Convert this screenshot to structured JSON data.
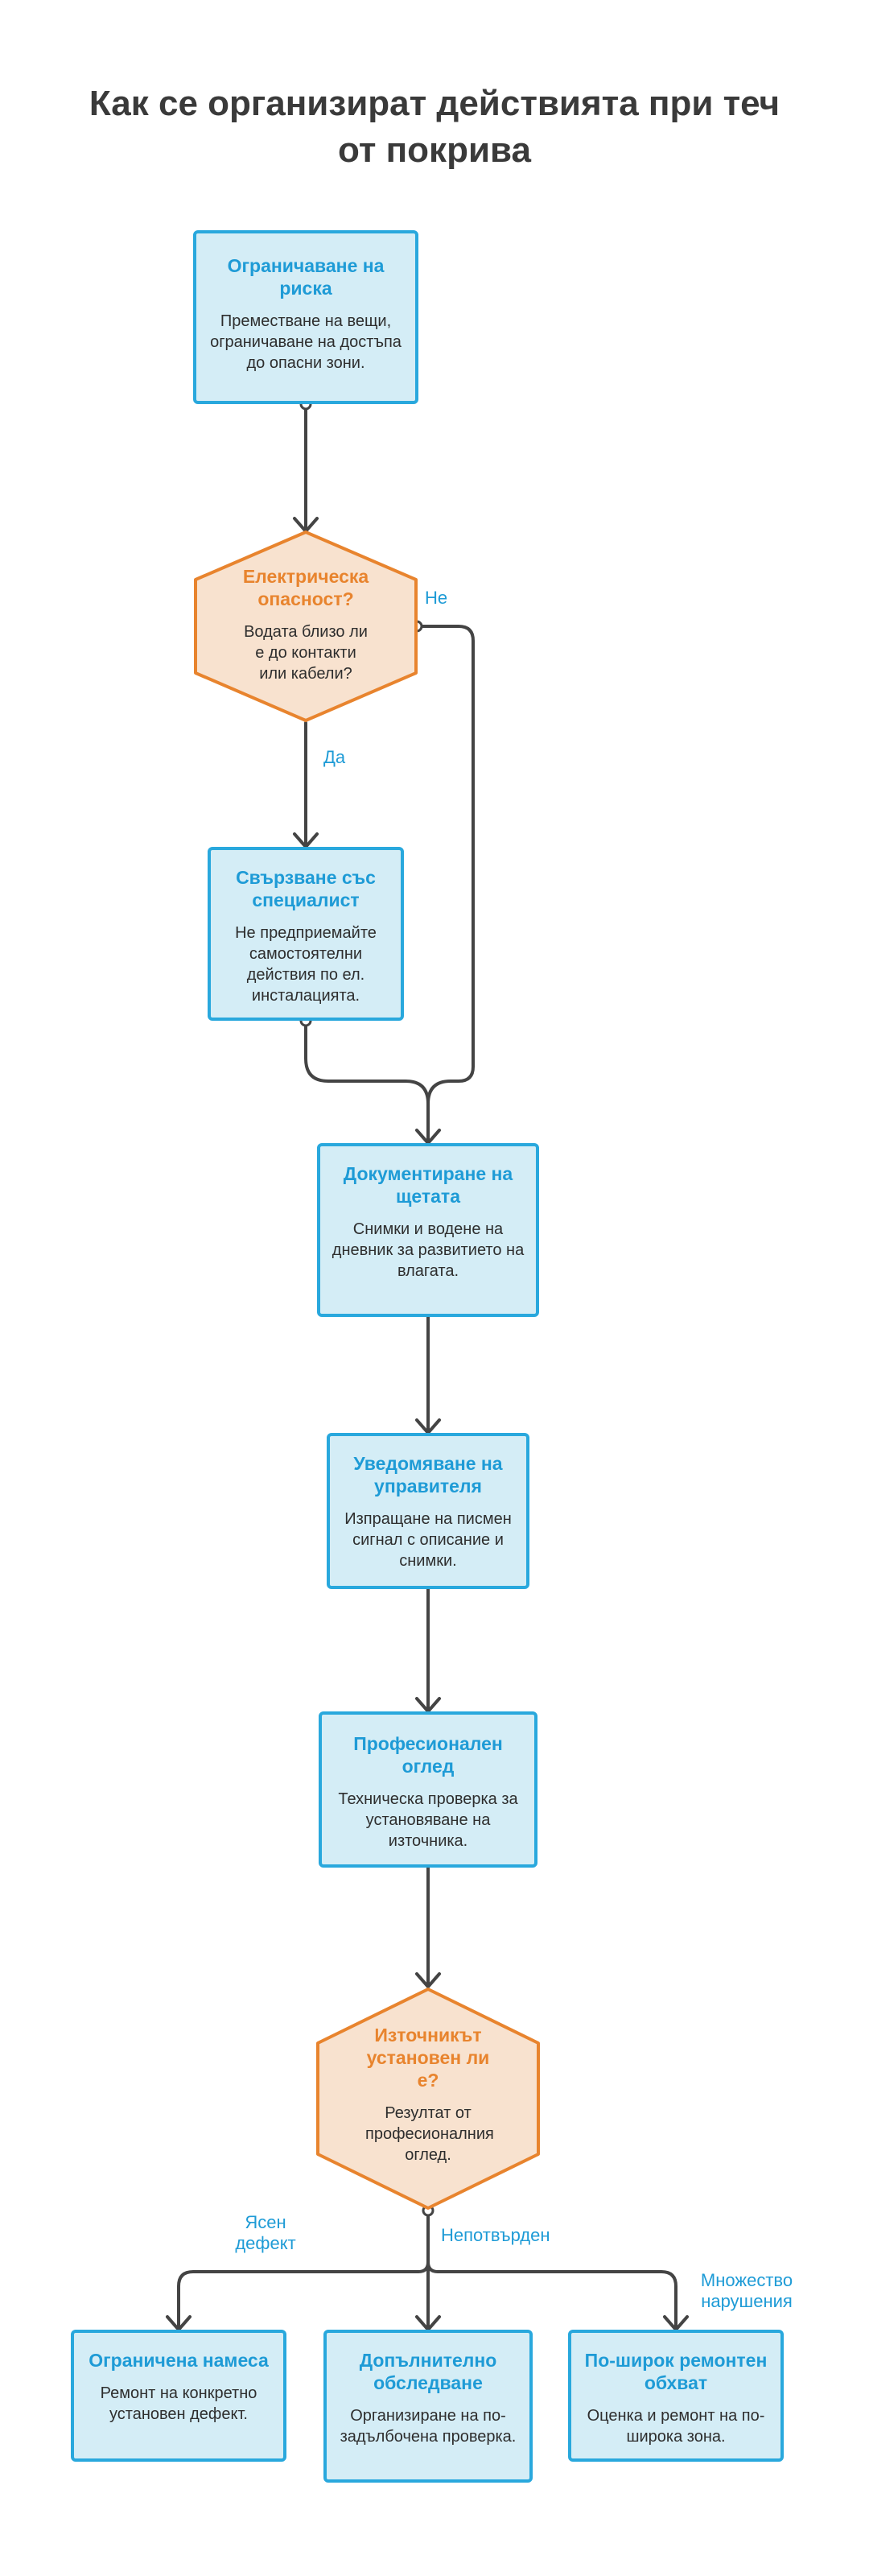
{
  "title": [
    "Как се организират действията при теч",
    "от покрива"
  ],
  "colors": {
    "box_fill": "#d4edf6",
    "box_border": "#29a8dd",
    "decision_fill": "#f8e2cf",
    "decision_border": "#e8842e",
    "edge": "#444444",
    "label": "#1e9bd6"
  },
  "nodes": {
    "risk": {
      "title": "Ограничаване на риска",
      "desc": "Преместване на вещи, ограничаване на достъпа до опасни зони."
    },
    "electric": {
      "title": "Електрическа опасност?",
      "desc": "Водата близо ли е до контакти или кабели?"
    },
    "specialist": {
      "title": "Свързване със специалист",
      "desc": "Не предприемайте самостоятелни действия по ел. инсталацията."
    },
    "document": {
      "title": "Документиране на щетата",
      "desc": "Снимки и водене на дневник за развитието на влагата."
    },
    "notify": {
      "title": "Уведомяване на управителя",
      "desc": "Изпращане на писмен сигнал с описание и снимки."
    },
    "inspection": {
      "title": "Професионален оглед",
      "desc": "Техническа проверка за установяване на източника."
    },
    "source": {
      "title": "Източникът установен ли е?",
      "desc": "Резултат от професионалния оглед."
    },
    "limited": {
      "title": "Ограничена намеса",
      "desc": "Ремонт на конкретно установен дефект."
    },
    "additional": {
      "title": "Допълнително обследване",
      "desc": "Организиране на по-задълбочена проверка."
    },
    "wider": {
      "title": "По-широк ремонтен обхват",
      "desc": "Оценка и ремонт на по-широка зона."
    }
  },
  "edge_labels": {
    "no": "Не",
    "yes": "Да",
    "clear": [
      "Ясен",
      "дефект"
    ],
    "unconfirmed": "Непотвърден",
    "multiple": [
      "Множество",
      "нарушения"
    ]
  }
}
